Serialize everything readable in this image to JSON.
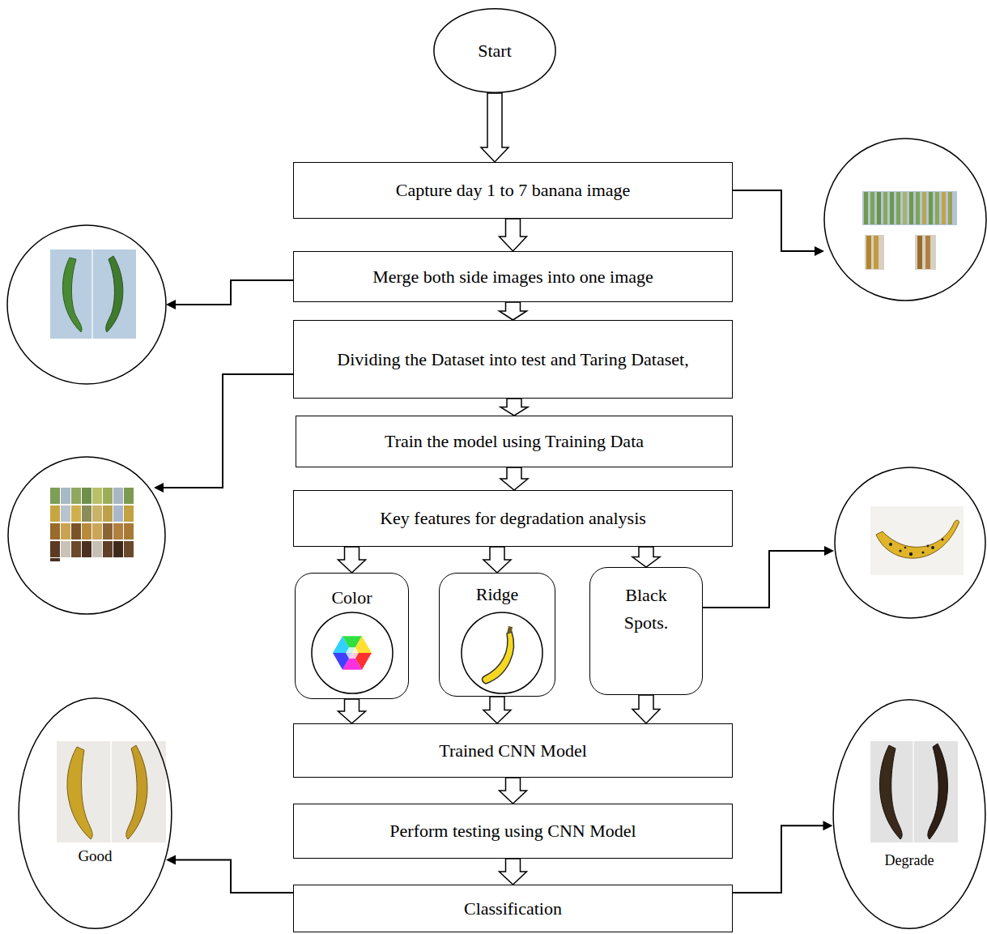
{
  "diagram": {
    "nodes": [
      {
        "text": [
          "Start"
        ]
      },
      {
        "text": [
          "Capture day 1 to 7 banana image"
        ]
      },
      {
        "text": [
          "Merge both side images into one image"
        ]
      },
      {
        "text": [
          "Dividing the Dataset into test and Taring Dataset,"
        ]
      },
      {
        "text": [
          "Train the model using Training Data"
        ]
      },
      {
        "text": [
          "Key features for degradation analysis"
        ]
      },
      {
        "text": [
          "Color"
        ]
      },
      {
        "text": [
          "Ridge"
        ]
      },
      {
        "text": [
          "Black Spots."
        ]
      },
      {
        "text": [
          "Trained CNN Model"
        ]
      },
      {
        "text": [
          "Perform testing using CNN Model"
        ]
      },
      {
        "text": [
          "Classification"
        ]
      },
      {
        "text": [
          "Good"
        ]
      },
      {
        "text": [
          "Degrade"
        ]
      }
    ],
    "edges": [
      {
        "from": 0,
        "to": 1,
        "arrow": "to"
      },
      {
        "from": 1,
        "to": 2,
        "arrow": "to"
      },
      {
        "from": 2,
        "to": 3,
        "arrow": "to"
      },
      {
        "from": 3,
        "to": 4,
        "arrow": "to"
      },
      {
        "from": 4,
        "to": 5,
        "arrow": "to"
      },
      {
        "from": 5,
        "to": 6,
        "arrow": "to"
      },
      {
        "from": 5,
        "to": 7,
        "arrow": "to"
      },
      {
        "from": 5,
        "to": 8,
        "arrow": "to"
      },
      {
        "from": 6,
        "to": 9,
        "arrow": "to"
      },
      {
        "from": 7,
        "to": 9,
        "arrow": "to"
      },
      {
        "from": 8,
        "to": 9,
        "arrow": "to"
      },
      {
        "from": 9,
        "to": 10,
        "arrow": "to"
      },
      {
        "from": 10,
        "to": 11,
        "arrow": "to"
      },
      {
        "from": 11,
        "to": 12,
        "arrow": "to"
      },
      {
        "from": 11,
        "to": 13,
        "arrow": "to"
      }
    ]
  }
}
